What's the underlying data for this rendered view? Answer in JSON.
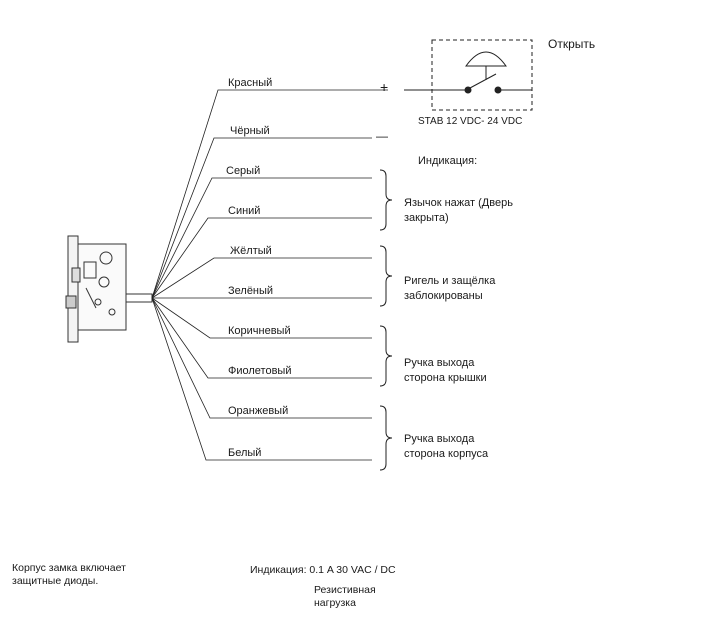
{
  "wires": {
    "red": "Красный",
    "black": "Чёрный",
    "gray": "Серый",
    "blue": "Синий",
    "yellow": "Жёлтый",
    "green": "Зелёный",
    "brown": "Коричневый",
    "violet": "Фиолетовый",
    "orange": "Оранжевый",
    "white": "Белый"
  },
  "power": {
    "plus": "+",
    "minus": "—",
    "switch_label": "Открыть",
    "supply": "STAB 12 VDC- 24 VDC"
  },
  "indication": {
    "heading": "Индикация:",
    "group1": "Язычок нажат (Дверь закрыта)",
    "group2": "Ригель и защёлка заблокированы",
    "group3": "Ручка выхода сторона крышки",
    "group4": "Ручка выхода сторона корпуса"
  },
  "notes": {
    "diodes": "Корпус замка включает защитные диоды.",
    "rating": "Индикация: 0.1 A 30 VAC / DC",
    "load": "Резистивная нагрузка"
  }
}
